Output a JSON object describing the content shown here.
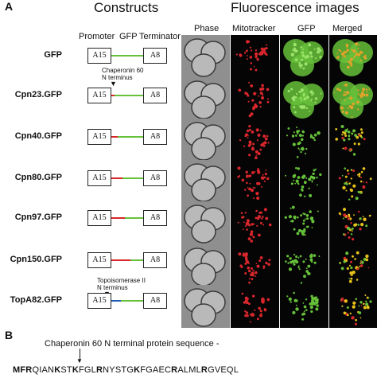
{
  "panelA": {
    "letter": "A",
    "constructs_title": "Constructs",
    "fluorescence_title": "Fluorescence images",
    "diagram_labels": {
      "promoter": "Promoter",
      "gfp": "GFP",
      "terminator": "Terminator",
      "left_box": "A15",
      "right_box": "A8"
    },
    "column_headers": [
      "Phase",
      "Mitotracker",
      "GFP",
      "Merged"
    ],
    "annotations": {
      "chaperonin": "Chaperonin 60\nN terminus",
      "topoisomerase": "Topoisomerase II\nN terminus"
    },
    "rows": [
      {
        "label": "GFP"
      },
      {
        "label": "Cpn23.GFP"
      },
      {
        "label": "Cpn40.GFP"
      },
      {
        "label": "Cpn80.GFP"
      },
      {
        "label": "Cpn97.GFP"
      },
      {
        "label": "Cpn150.GFP"
      },
      {
        "label": "TopA82.GFP"
      }
    ]
  },
  "panelB": {
    "letter": "B",
    "title": "Chaperonin 60 N terminal protein sequence -",
    "sequence": "MFRQIANKSTKFGLRNYSTGKFGAECRALMLRGVEQL"
  },
  "colors": {
    "gfp_green": "#66c13a",
    "mito_red": "#d8262c",
    "topo_blue": "#1e5fb3",
    "merged_yellow": "#e6c21a"
  }
}
